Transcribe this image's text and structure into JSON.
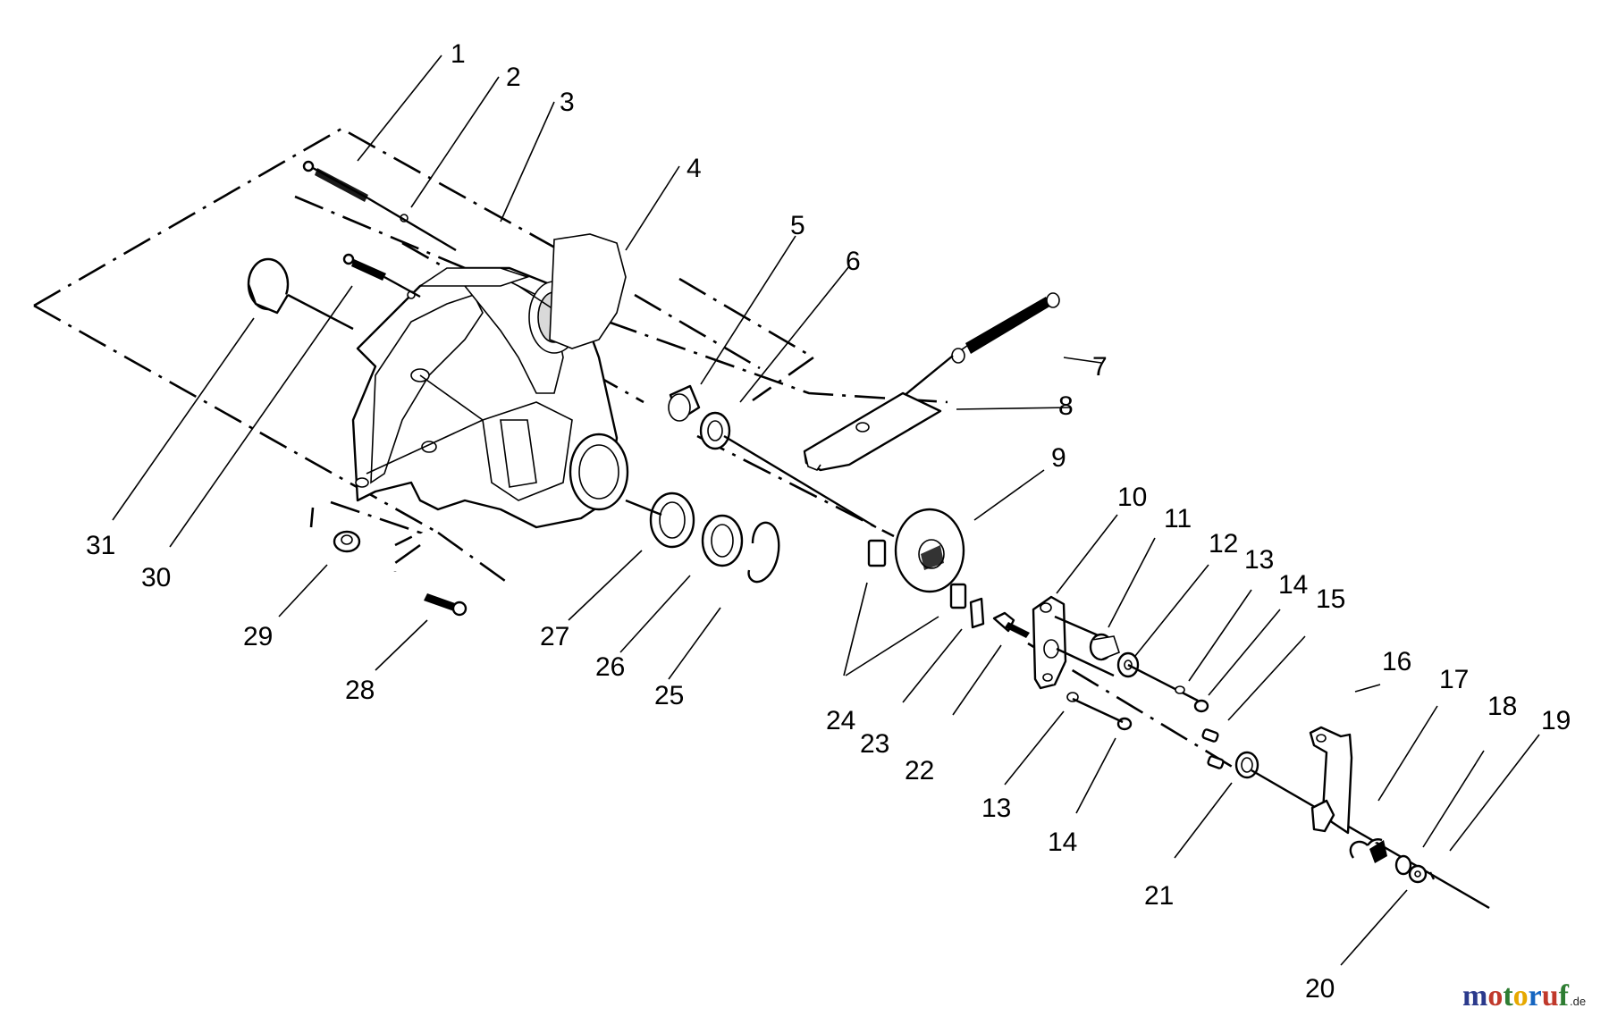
{
  "diagram": {
    "callouts": [
      "1",
      "2",
      "3",
      "4",
      "5",
      "6",
      "7",
      "8",
      "9",
      "10",
      "11",
      "12",
      "13",
      "14",
      "15",
      "16",
      "17",
      "18",
      "19",
      "20",
      "21",
      "22",
      "23",
      "24",
      "25",
      "26",
      "27",
      "28",
      "29",
      "30",
      "31",
      "13",
      "14"
    ]
  },
  "watermark": {
    "letters": [
      "m",
      "o",
      "t",
      "o",
      "r",
      "u",
      "f"
    ],
    "letter_colors": [
      "#2b3a8c",
      "#c0392b",
      "#2e7d32",
      "#e6a800",
      "#1565c0",
      "#c0392b",
      "#2e7d32"
    ],
    "suffix": ".de"
  }
}
